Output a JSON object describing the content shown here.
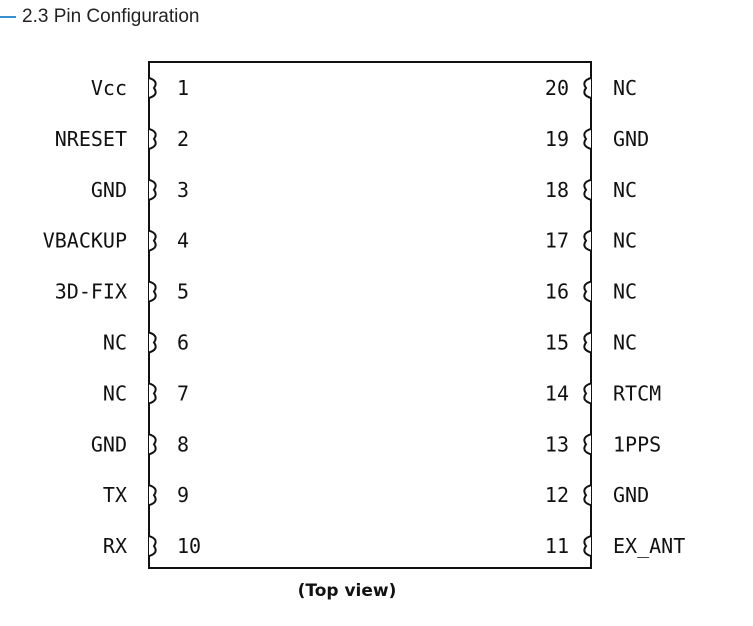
{
  "section_title": "2.3 Pin Configuration",
  "caption": "(Top view)",
  "left_pins": [
    {
      "number": "1",
      "name": "Vcc"
    },
    {
      "number": "2",
      "name": "NRESET"
    },
    {
      "number": "3",
      "name": "GND"
    },
    {
      "number": "4",
      "name": "VBACKUP"
    },
    {
      "number": "5",
      "name": "3D-FIX"
    },
    {
      "number": "6",
      "name": "NC"
    },
    {
      "number": "7",
      "name": "NC"
    },
    {
      "number": "8",
      "name": "GND"
    },
    {
      "number": "9",
      "name": "TX"
    },
    {
      "number": "10",
      "name": "RX"
    }
  ],
  "right_pins": [
    {
      "number": "20",
      "name": "NC"
    },
    {
      "number": "19",
      "name": "GND"
    },
    {
      "number": "18",
      "name": "NC"
    },
    {
      "number": "17",
      "name": "NC"
    },
    {
      "number": "16",
      "name": "NC"
    },
    {
      "number": "15",
      "name": "NC"
    },
    {
      "number": "14",
      "name": "RTCM"
    },
    {
      "number": "13",
      "name": "1PPS"
    },
    {
      "number": "12",
      "name": "GND"
    },
    {
      "number": "11",
      "name": "EX_ANT"
    }
  ]
}
